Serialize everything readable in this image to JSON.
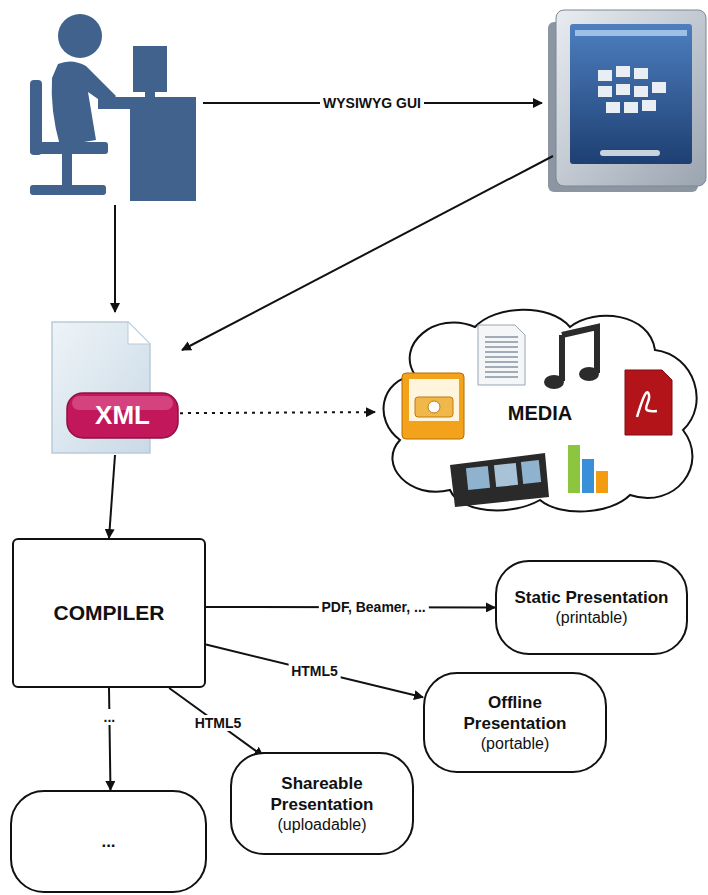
{
  "diagram": {
    "nodes": [
      {
        "text": [
          "XML"
        ]
      },
      {
        "text": [
          "MEDIA"
        ]
      },
      {
        "text": [
          "COMPILER"
        ]
      },
      {
        "text": [
          "Static Presentation",
          "(printable)"
        ]
      },
      {
        "text": [
          "Offline Presentation",
          "(portable)"
        ]
      },
      {
        "text": [
          "Shareable Presentation",
          "(uploadable)"
        ]
      },
      {
        "text": [
          "..."
        ]
      }
    ],
    "edges": [
      {
        "from": 0,
        "to": 1,
        "arrow": "to"
      },
      {
        "from": 0,
        "to": 2,
        "arrow": "to"
      },
      {
        "from": 2,
        "to": 3,
        "label": "PDF, Beamer, ...",
        "arrow": "to"
      },
      {
        "from": 2,
        "to": 4,
        "label": "HTML5",
        "arrow": "to"
      },
      {
        "from": 2,
        "to": 5,
        "label": "HTML5",
        "arrow": "to"
      },
      {
        "from": 2,
        "to": 6,
        "label": "...",
        "arrow": "to"
      }
    ],
    "labels": [
      "WYSIWYG GUI"
    ]
  }
}
